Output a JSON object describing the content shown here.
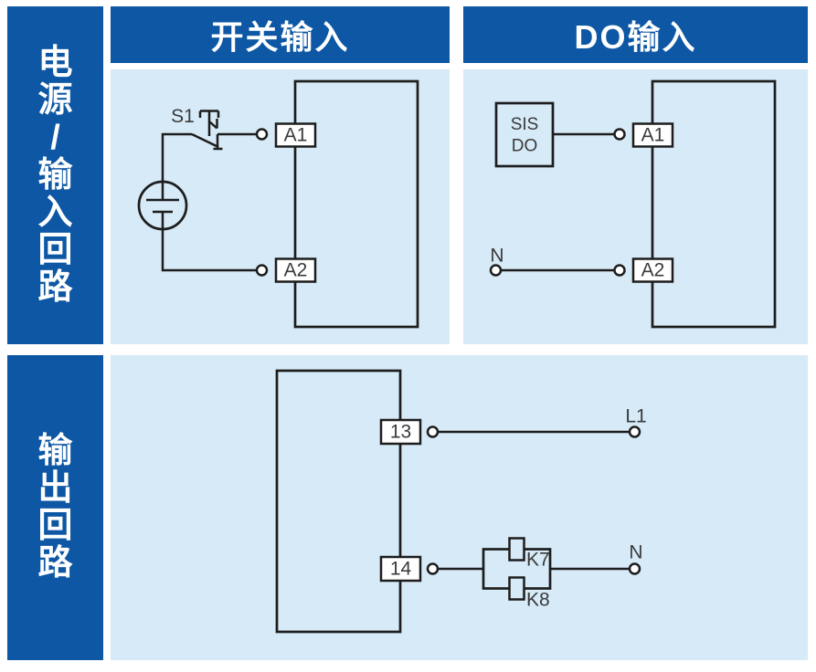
{
  "colors": {
    "banner_blue": "#0d57a4",
    "panel_blue": "#d6eaf7",
    "line": "#1d1d1d",
    "label_gray": "#3a3a3a",
    "terminal_fill": "#ffffff",
    "header_text": "#ffffff"
  },
  "sidebar": {
    "row1_label": "电源/输入回路",
    "row1_chars": [
      "电",
      "源",
      "/",
      "输",
      "入",
      "回",
      "路"
    ],
    "row2_label": "输出回路",
    "row2_chars": [
      "输",
      "出",
      "回",
      "路"
    ]
  },
  "headers": {
    "switch_input": "开关输入",
    "do_input": "DO输入"
  },
  "diagrams": {
    "switch_input": {
      "switch_label": "S1",
      "terminal_top": "A1",
      "terminal_bottom": "A2"
    },
    "do_input": {
      "source_line1": "SIS",
      "source_line2": "DO",
      "neutral_label": "N",
      "terminal_top": "A1",
      "terminal_bottom": "A2"
    },
    "output": {
      "terminal_top": "13",
      "terminal_bottom": "14",
      "live_label": "L1",
      "relay_top": "K7",
      "relay_bottom": "K8",
      "neutral_label": "N"
    }
  }
}
